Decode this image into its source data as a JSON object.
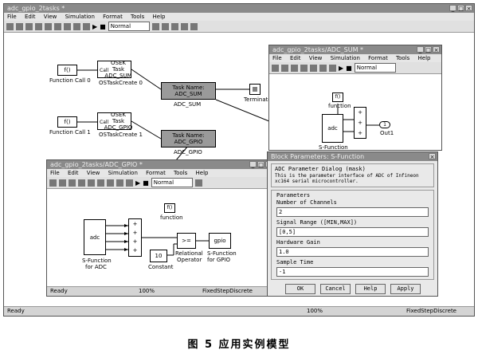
{
  "main_window": {
    "title": "adc_gpio_2tasks *",
    "menu": [
      "File",
      "Edit",
      "View",
      "Simulation",
      "Format",
      "Tools",
      "Help"
    ],
    "mode": "Normal",
    "status_left": "Ready",
    "status_zoom": "100%",
    "status_solver": "FixedStepDiscrete"
  },
  "main_blocks": {
    "fc0": "f()",
    "fc0_label": "Function Call 0",
    "osek0_line1": "OSEK Task",
    "osek0_line2": "ADC_SUM",
    "osek0_label": "OSTaskCreate 0",
    "fc1": "f()",
    "fc1_label": "Function Call 1",
    "osek1_line1": "OSEK Task",
    "osek1_line2": "ADC_GPIO",
    "osek1_label": "OSTaskCreate 1",
    "call": "Call",
    "task_sum": "Task Name: ADC_SUM",
    "task_sum_label": "ADC_SUM",
    "task_gpio": "Task Name: ADC_GPIO",
    "task_gpio_label": "ADC_GPIO",
    "terminator_label": "Terminator"
  },
  "sum_window": {
    "title": "adc_gpio_2tasks/ADC_SUM *",
    "menu": [
      "File",
      "Edit",
      "View",
      "Simulation",
      "Format",
      "Tools",
      "Help"
    ],
    "mode": "Normal",
    "fn": "f()",
    "fn_label": "function",
    "adc": "adc",
    "sfn_label": "S-Function",
    "out": "1",
    "out_label": "Out1"
  },
  "gpio_window": {
    "title": "adc_gpio_2tasks/ADC_GPIO *",
    "menu": [
      "File",
      "Edit",
      "View",
      "Simulation",
      "Format",
      "Tools",
      "Help"
    ],
    "mode": "Normal",
    "fn": "f()",
    "fn_label": "function",
    "adc": "adc",
    "sfn_adc_label1": "S-Function",
    "sfn_adc_label2": "for ADC",
    "constant": "10",
    "constant_label": "Constant",
    "relop": ">=",
    "relop_label1": "Relational",
    "relop_label2": "Operator",
    "gpio": "gpio",
    "sfn_gpio_label1": "S-Function",
    "sfn_gpio_label2": "for GPIO",
    "status_left": "Ready",
    "status_zoom": "100%",
    "status_solver": "FixedStepDiscrete"
  },
  "dialog": {
    "title": "Block Parameters: S-Function",
    "section": "ADC Parameter Dialog (mask)",
    "description": "This is the parameter interface of ADC of Infineon xc164 serial microcontroller.",
    "params_header": "Parameters",
    "p1_label": "Number of Channels",
    "p1_value": "2",
    "p2_label": "Signal Range ([MIN,MAX])",
    "p2_value": "[0,5]",
    "p3_label": "Hardware Gain",
    "p3_value": "1.0",
    "p4_label": "Sample Time",
    "p4_value": "-1",
    "ok": "OK",
    "cancel": "Cancel",
    "help": "Help",
    "apply": "Apply"
  },
  "caption": "图 5   应用实例模型"
}
